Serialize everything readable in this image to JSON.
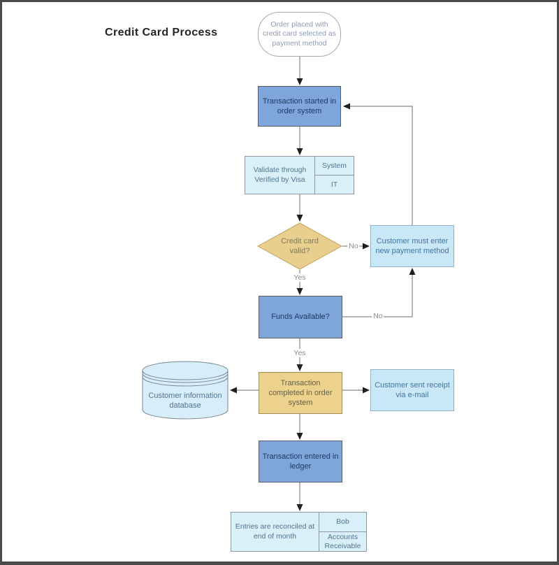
{
  "title": "Credit Card Process",
  "nodes": {
    "start": {
      "label": "Order placed with credit card selected as payment method"
    },
    "transaction_started": {
      "label": "Transaction started in order system"
    },
    "validate": {
      "label": "Validate through Verified by Visa",
      "lane_top": "System",
      "lane_bottom": "IT"
    },
    "credit_valid": {
      "label": "Credit card valid?"
    },
    "new_payment": {
      "label": "Customer must enter new payment method"
    },
    "funds": {
      "label": "Funds Available?"
    },
    "database": {
      "label": "Customer information database"
    },
    "completed": {
      "label": "Transaction completed in order system"
    },
    "receipt": {
      "label": "Customer sent receipt via e-mail"
    },
    "ledger": {
      "label": "Transaction entered in ledger"
    },
    "reconcile": {
      "label": "Entries are reconciled at end of month",
      "lane_top": "Bob",
      "lane_bottom": "Accounts Receivable"
    }
  },
  "edge_labels": {
    "credit_no": "No",
    "credit_yes": "Yes",
    "funds_no": "No",
    "funds_yes": "Yes"
  },
  "colors": {
    "process_blue": "#7ea6db",
    "process_blue_text": "#1b3a63",
    "decision_gold": "#e9cf8d",
    "completed_gold": "#ecd28d",
    "light_cyan": "#d9f0f9",
    "light_blue": "#c9e8f7",
    "database_blue": "#d7edfa",
    "connector_gray": "#6b6b6b",
    "frame_gray": "#4b4b4b"
  }
}
